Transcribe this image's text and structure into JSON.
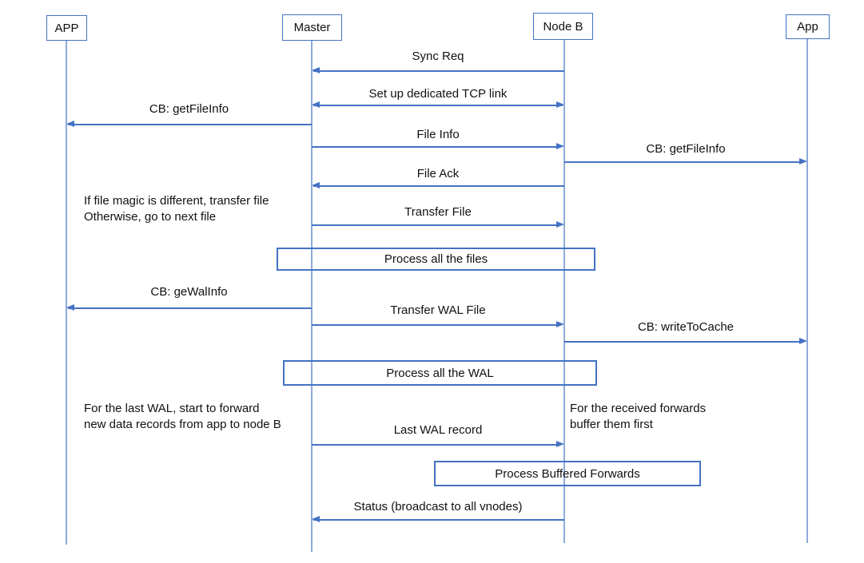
{
  "diagram": {
    "type": "sequence-diagram",
    "actors": [
      {
        "id": "app-left",
        "label": "APP"
      },
      {
        "id": "master",
        "label": "Master"
      },
      {
        "id": "node-b",
        "label": "Node B"
      },
      {
        "id": "app-right",
        "label": "App"
      }
    ],
    "messages": [
      {
        "label": "Sync Req",
        "from": "Node B",
        "to": "Master",
        "direction": "left"
      },
      {
        "label": "Set up dedicated TCP link",
        "from": "Master",
        "to": "Node B",
        "direction": "both"
      },
      {
        "label": "CB: getFileInfo",
        "from": "Master",
        "to": "APP",
        "direction": "left"
      },
      {
        "label": "File Info",
        "from": "Master",
        "to": "Node B",
        "direction": "right"
      },
      {
        "label": "CB: getFileInfo",
        "from": "Node B",
        "to": "App",
        "direction": "right"
      },
      {
        "label": "File Ack",
        "from": "Node B",
        "to": "Master",
        "direction": "left"
      },
      {
        "label": "Transfer File",
        "from": "Master",
        "to": "Node B",
        "direction": "right"
      },
      {
        "label": "CB: geWalInfo",
        "from": "Master",
        "to": "APP",
        "direction": "left"
      },
      {
        "label": "Transfer WAL File",
        "from": "Master",
        "to": "Node B",
        "direction": "right"
      },
      {
        "label": "CB: writeToCache",
        "from": "Node B",
        "to": "App",
        "direction": "right"
      },
      {
        "label": "Last WAL record",
        "from": "Master",
        "to": "Node B",
        "direction": "right"
      },
      {
        "label": "Status (broadcast to all vnodes)",
        "from": "Node B",
        "to": "Master",
        "direction": "left"
      }
    ],
    "process_boxes": [
      {
        "label": "Process all the files"
      },
      {
        "label": "Process all the WAL"
      },
      {
        "label": "Process Buffered Forwards"
      }
    ],
    "notes": [
      {
        "text": "If file magic is different, transfer file\nOtherwise, go to next file"
      },
      {
        "text": "For the last WAL, start to forward\nnew data records from app to node B"
      },
      {
        "text": "For the received forwards\nbuffer them first"
      }
    ],
    "colors": {
      "line": "#4472C4",
      "lifeline": "#8EAADB",
      "text": "#111111",
      "background": "#FFFFFF"
    }
  }
}
